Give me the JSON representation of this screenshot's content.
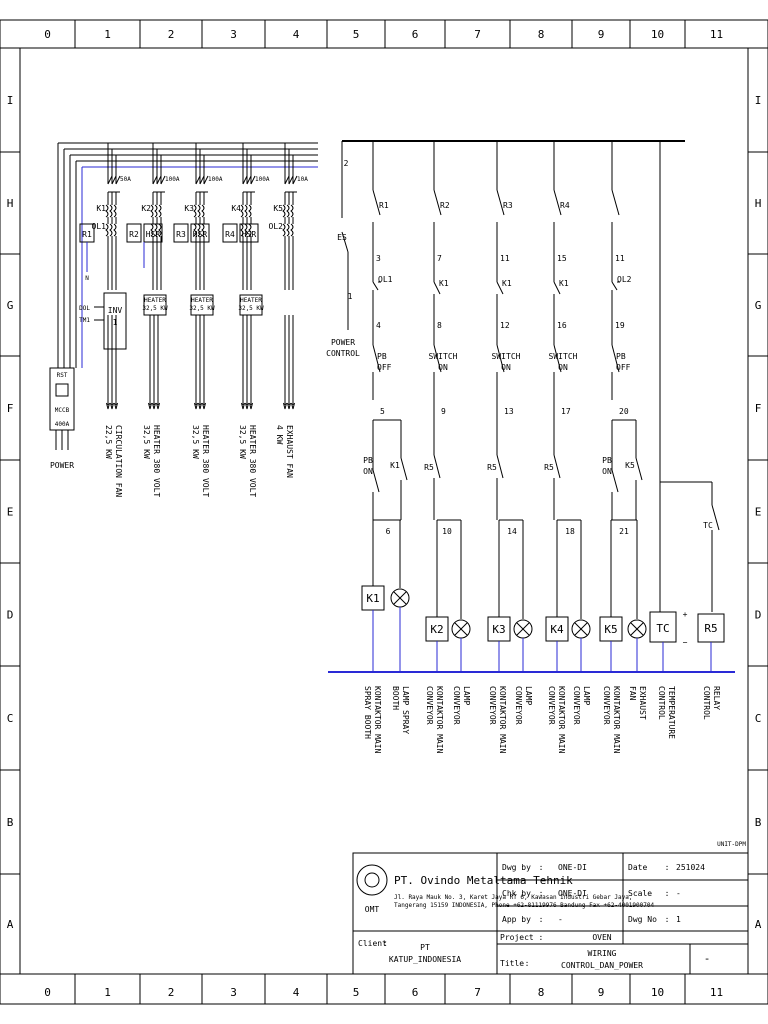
{
  "grid": {
    "columns": [
      "0",
      "1",
      "2",
      "3",
      "4",
      "5",
      "6",
      "7",
      "8",
      "9",
      "10",
      "11"
    ],
    "rows": [
      "I",
      "H",
      "G",
      "F",
      "E",
      "D",
      "C",
      "B",
      "A"
    ]
  },
  "power": {
    "breakers": [
      "50A",
      "100A",
      "100A",
      "100A",
      "10A"
    ],
    "contactors": [
      "K1",
      "K2",
      "K3",
      "K4",
      "K5"
    ],
    "overloads": [
      "OL1",
      "OL2"
    ],
    "relays": [
      "R1",
      "R2",
      "R3",
      "R4"
    ],
    "hsr": "HSR",
    "heater_box": [
      "HEATER",
      "32,5 KW"
    ],
    "dol": [
      "DOL",
      "TM1"
    ],
    "inv": [
      "INV",
      "1"
    ],
    "rst": "RST",
    "mccb": [
      "MCCB",
      "400A"
    ],
    "power_label": "POWER",
    "neutral": "N",
    "loads": [
      [
        "CIRCULATION FAN",
        "22,5 KW"
      ],
      [
        "HEATER 380 VOLT",
        "32,5 KW"
      ],
      [
        "HEATER 380 VOLT",
        "32,5 KW"
      ],
      [
        "HEATER 380 VOLT",
        "32,5 KW"
      ],
      [
        "EXHAUST FAN",
        "4 KW"
      ]
    ]
  },
  "control": {
    "es": "ES",
    "power_control": [
      "POWER",
      "CONTROL"
    ],
    "nodes": [
      "2",
      "1",
      "3",
      "4",
      "5",
      "6",
      "7",
      "8",
      "9",
      "10",
      "11",
      "12",
      "13",
      "14",
      "15",
      "16",
      "17",
      "18",
      "19",
      "20",
      "21"
    ],
    "relay_contacts": [
      "R1",
      "R2",
      "R3",
      "R4"
    ],
    "k1": "K1",
    "k5": "K5",
    "r5": "R5",
    "tc": "TC",
    "ol1": "OL1",
    "ol2": "OL2",
    "pb_off": [
      "PB",
      "OFF"
    ],
    "pb_on": [
      "PB",
      "ON"
    ],
    "switch_on": [
      "SWITCH",
      "ON"
    ],
    "coils": [
      "K1",
      "K2",
      "K3",
      "K4",
      "K5",
      "TC",
      "R5"
    ],
    "plus": "+",
    "minus": "−",
    "labels": [
      [
        "KONTAKTOR MAIN",
        "SPRAY BOOTH"
      ],
      [
        "LAMP SPRAY",
        "BOOTH"
      ],
      [
        "KONTAKTOR MAIN",
        "CONVEYOR"
      ],
      [
        "LAMP",
        "CONVEYOR"
      ],
      [
        "KONTAKTOR MAIN",
        "CONVEYOR"
      ],
      [
        "LAMP",
        "CONVEYOR"
      ],
      [
        "KONTAKTOR MAIN",
        "CONVEYOR"
      ],
      [
        "LAMP",
        "CONVEYOR"
      ],
      [
        "KONTAKTOR MAIN",
        "CONVEYOR"
      ],
      [
        "EXHAUST",
        "FAN"
      ],
      [
        "TEMPERATURE",
        "CONTROL"
      ],
      [
        "RELAY",
        "CONTROL"
      ]
    ]
  },
  "title_block": {
    "unit": "UNIT-DPM",
    "company": "PT. Ovindo Metaltama Tehnik",
    "address": "Jl. Raya Mauk No. 3, Karet Jaya RT 6, Kawasan Industri Gebar Jaya,",
    "contact": "Tangerang 15159 INDONESIA, Phone +62-81119976 Bandung Fax +62-4001900704",
    "logo": "OMT",
    "dwg_by_label": "Dwg by",
    "dwg_by": "ONE-DI",
    "chk_by_label": "Chk by",
    "chk_by": "ONE-DI",
    "app_by_label": "App by",
    "app_by": "-",
    "date_label": "Date",
    "date": "251024",
    "scale_label": "Scale",
    "scale": "-",
    "dwg_no_label": "Dwg No",
    "dwg_no": "1",
    "client_label": "Client",
    "client": [
      "PT",
      "KATUP_INDONESIA"
    ],
    "project_label": "Project :",
    "project": "OVEN",
    "title_label": "Title",
    "title": [
      "WIRING",
      "CONTROL_DAN_POWER"
    ],
    "rev": "-",
    "colon": ":"
  }
}
